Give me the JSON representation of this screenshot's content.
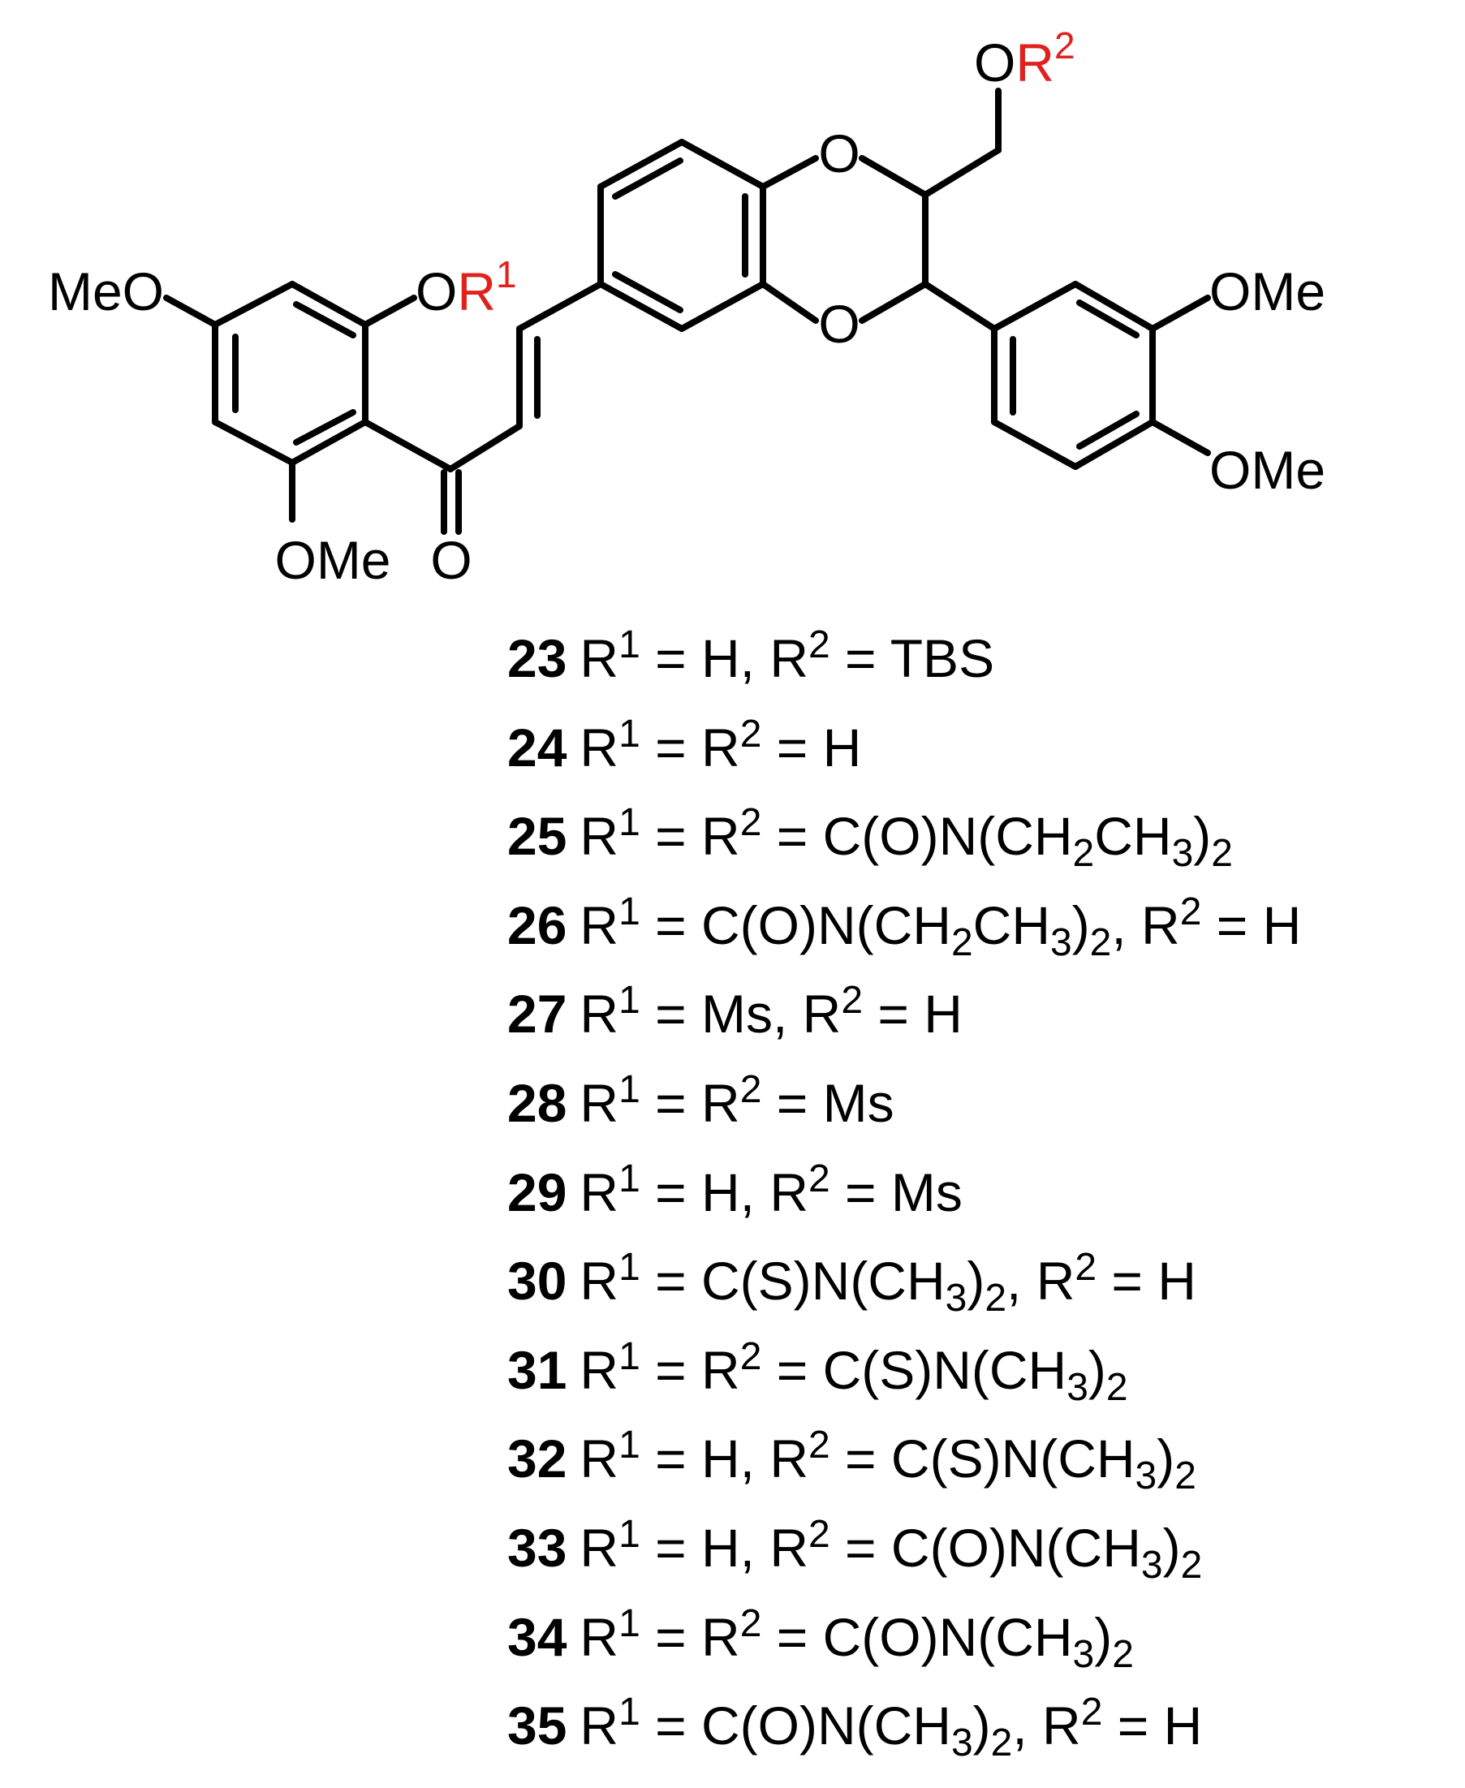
{
  "colors": {
    "ink": "#000000",
    "r_group": "#e0211d"
  },
  "structure": {
    "meo_left": "MeO",
    "o_r1_o": "O",
    "o_r1_r": "R",
    "o_r1_sup": "1",
    "ome_bottom": "OMe",
    "carbonyl_o": "O",
    "ring_o_top": "O",
    "ring_o_bottom": "O",
    "o_r2_o": "O",
    "o_r2_r": "R",
    "o_r2_sup": "2",
    "ome_right_top": "OMe",
    "ome_right_bottom": "OMe"
  },
  "compounds": [
    {
      "num": "23",
      "parts": [
        [
          "t",
          "R"
        ],
        [
          "p",
          "1"
        ],
        [
          "t",
          " = H, R"
        ],
        [
          "p",
          "2"
        ],
        [
          "t",
          " = TBS"
        ]
      ]
    },
    {
      "num": "24",
      "parts": [
        [
          "t",
          "R"
        ],
        [
          "p",
          "1"
        ],
        [
          "t",
          " = R"
        ],
        [
          "p",
          "2"
        ],
        [
          "t",
          " = H"
        ]
      ]
    },
    {
      "num": "25",
      "parts": [
        [
          "t",
          "R"
        ],
        [
          "p",
          "1"
        ],
        [
          "t",
          " = R"
        ],
        [
          "p",
          "2"
        ],
        [
          "t",
          " = C(O)N(CH"
        ],
        [
          "b",
          "2"
        ],
        [
          "t",
          "CH"
        ],
        [
          "b",
          "3"
        ],
        [
          "t",
          ")"
        ],
        [
          "b",
          "2"
        ]
      ]
    },
    {
      "num": "26",
      "parts": [
        [
          "t",
          "R"
        ],
        [
          "p",
          "1"
        ],
        [
          "t",
          " = C(O)N(CH"
        ],
        [
          "b",
          "2"
        ],
        [
          "t",
          "CH"
        ],
        [
          "b",
          "3"
        ],
        [
          "t",
          ")"
        ],
        [
          "b",
          "2"
        ],
        [
          "t",
          ", R"
        ],
        [
          "p",
          "2"
        ],
        [
          "t",
          " = H"
        ]
      ]
    },
    {
      "num": "27",
      "parts": [
        [
          "t",
          "R"
        ],
        [
          "p",
          "1"
        ],
        [
          "t",
          " = Ms, R"
        ],
        [
          "p",
          "2"
        ],
        [
          "t",
          " = H"
        ]
      ]
    },
    {
      "num": "28",
      "parts": [
        [
          "t",
          "R"
        ],
        [
          "p",
          "1"
        ],
        [
          "t",
          " = R"
        ],
        [
          "p",
          "2"
        ],
        [
          "t",
          " = Ms"
        ]
      ]
    },
    {
      "num": "29",
      "parts": [
        [
          "t",
          "R"
        ],
        [
          "p",
          "1"
        ],
        [
          "t",
          " = H, R"
        ],
        [
          "p",
          "2"
        ],
        [
          "t",
          " = Ms"
        ]
      ]
    },
    {
      "num": "30",
      "parts": [
        [
          "t",
          "R"
        ],
        [
          "p",
          "1"
        ],
        [
          "t",
          " = C(S)N(CH"
        ],
        [
          "b",
          "3"
        ],
        [
          "t",
          ")"
        ],
        [
          "b",
          "2"
        ],
        [
          "t",
          ", R"
        ],
        [
          "p",
          "2"
        ],
        [
          "t",
          " = H"
        ]
      ]
    },
    {
      "num": "31",
      "parts": [
        [
          "t",
          "R"
        ],
        [
          "p",
          "1"
        ],
        [
          "t",
          " = R"
        ],
        [
          "p",
          "2"
        ],
        [
          "t",
          " = C(S)N(CH"
        ],
        [
          "b",
          "3"
        ],
        [
          "t",
          ")"
        ],
        [
          "b",
          "2"
        ]
      ]
    },
    {
      "num": "32",
      "parts": [
        [
          "t",
          "R"
        ],
        [
          "p",
          "1"
        ],
        [
          "t",
          " = H, R"
        ],
        [
          "p",
          "2"
        ],
        [
          "t",
          " = C(S)N(CH"
        ],
        [
          "b",
          "3"
        ],
        [
          "t",
          ")"
        ],
        [
          "b",
          "2"
        ]
      ]
    },
    {
      "num": "33",
      "parts": [
        [
          "t",
          "R"
        ],
        [
          "p",
          "1"
        ],
        [
          "t",
          " = H, R"
        ],
        [
          "p",
          "2"
        ],
        [
          "t",
          " = C(O)N(CH"
        ],
        [
          "b",
          "3"
        ],
        [
          "t",
          ")"
        ],
        [
          "b",
          "2"
        ]
      ]
    },
    {
      "num": "34",
      "parts": [
        [
          "t",
          "R"
        ],
        [
          "p",
          "1"
        ],
        [
          "t",
          " = R"
        ],
        [
          "p",
          "2"
        ],
        [
          "t",
          " = C(O)N(CH"
        ],
        [
          "b",
          "3"
        ],
        [
          "t",
          ")"
        ],
        [
          "b",
          "2"
        ]
      ]
    },
    {
      "num": "35",
      "parts": [
        [
          "t",
          "R"
        ],
        [
          "p",
          "1"
        ],
        [
          "t",
          " = C(O)N(CH"
        ],
        [
          "b",
          "3"
        ],
        [
          "t",
          ")"
        ],
        [
          "b",
          "2"
        ],
        [
          "t",
          ", R"
        ],
        [
          "p",
          "2"
        ],
        [
          "t",
          " = H"
        ]
      ]
    }
  ]
}
